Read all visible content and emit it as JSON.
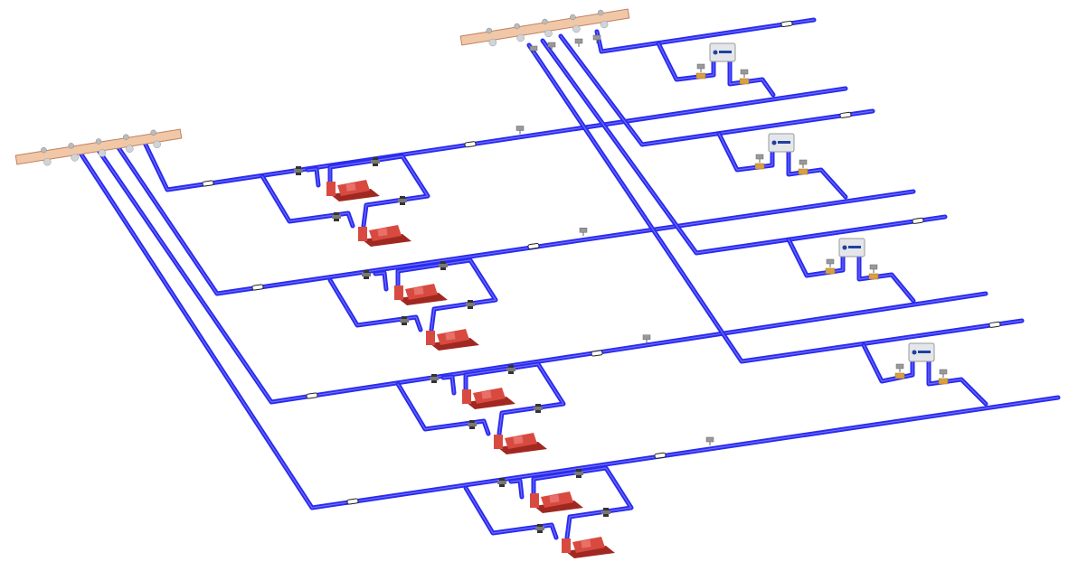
{
  "diagram": {
    "type": "isometric-piping",
    "colors": {
      "pipe": "#2a2af0",
      "pipe_highlight": "#8c8cff",
      "manifold": "#f0c8a8",
      "manifold_edge": "#c08060",
      "pump": "#d84a40",
      "pump_dark": "#a02820",
      "valve": "#333333",
      "flow_marker": "#ffffff",
      "control_box": "#e4e6ea",
      "control_accent": "#2040a0",
      "brass": "#d8a040"
    },
    "branches": 4,
    "pumps_per_branch": 2,
    "control_units": 4
  }
}
